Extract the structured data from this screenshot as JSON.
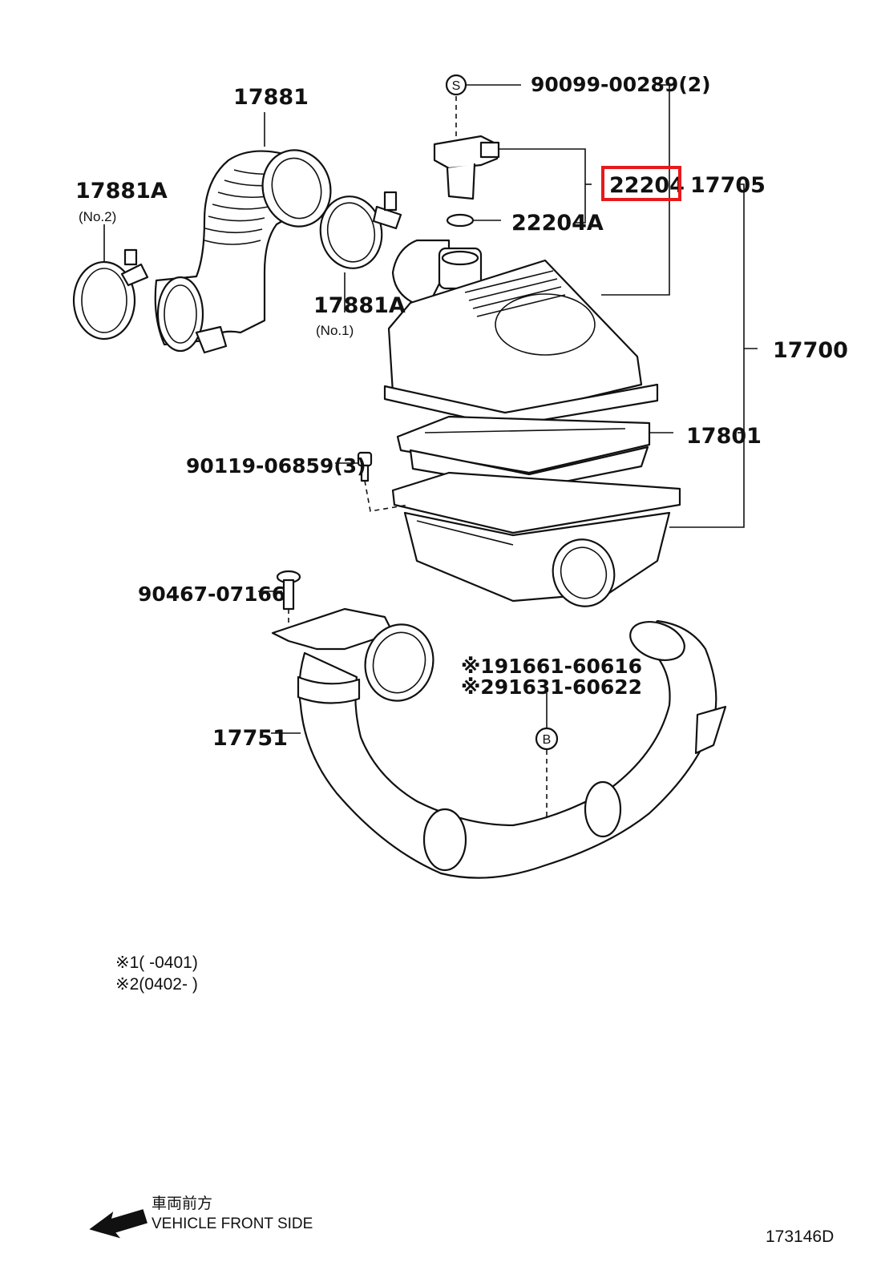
{
  "labels": {
    "p17881": "17881",
    "p17881A_no2": "17881A",
    "no2": "(No.2)",
    "p17881A_no1": "17881A",
    "no1": "(No.1)",
    "p90099": "90099-00289(2)",
    "s_marker": "S",
    "p22204": "22204",
    "p22204A": "22204A",
    "p17705": "17705",
    "p17700": "17700",
    "p17801": "17801",
    "p90119": "90119-06859(3)",
    "p90467": "90467-07166",
    "p191661": "※191661-60616",
    "p291631": "※291631-60622",
    "b_marker": "B",
    "p17751": "17751",
    "note1": "※1(    -0401)",
    "note2": "※2(0402-    )",
    "dir_jp": "車両前方",
    "dir_en": "VEHICLE FRONT SIDE",
    "drawing_no": "173146D"
  },
  "highlight": {
    "target": "22204",
    "color": "#e8191a"
  }
}
